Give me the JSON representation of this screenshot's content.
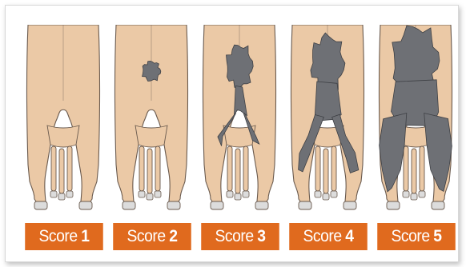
{
  "colors": {
    "leg": "#ebc9a6",
    "outline": "#6a5a4e",
    "dirt": "#6e7075",
    "dirt_outline": "#3e4045",
    "hoof": "#dcdcdc",
    "badge": "#e06a1e"
  },
  "scores": [
    {
      "label": "Score",
      "number": "1"
    },
    {
      "label": "Score",
      "number": "2"
    },
    {
      "label": "Score",
      "number": "3"
    },
    {
      "label": "Score",
      "number": "4"
    },
    {
      "label": "Score",
      "number": "5"
    }
  ]
}
